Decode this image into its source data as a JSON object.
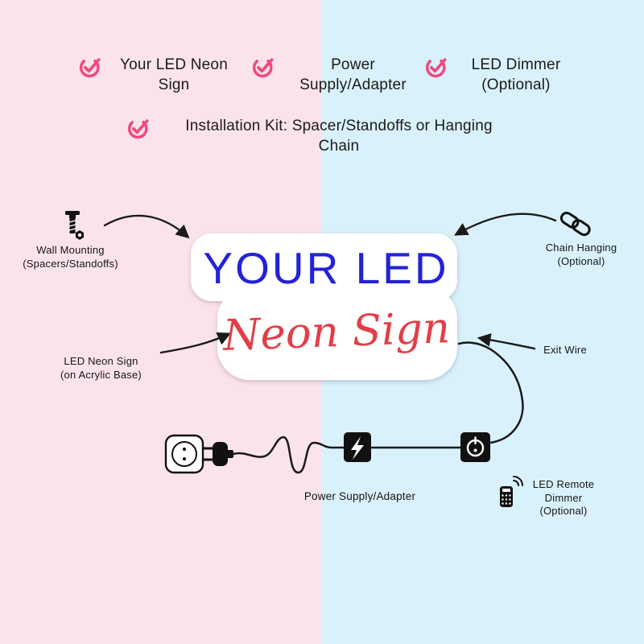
{
  "checklist": {
    "items": [
      {
        "label": "Your LED Neon\nSign"
      },
      {
        "label": "Power\nSupply/Adapter"
      },
      {
        "label": "LED Dimmer\n(Optional)"
      },
      {
        "label": "Installation Kit: Spacer/Standoffs or Hanging\nChain"
      }
    ]
  },
  "sign": {
    "main_text": "YOUR LED",
    "script_text": "Neon Sign"
  },
  "callouts": {
    "wall_mounting": "Wall Mounting\n(Spacers/Standoffs)",
    "chain_hanging": "Chain Hanging\n(Optional)",
    "led_neon_sign": "LED Neon Sign\n(on Acrylic Base)",
    "exit_wire": "Exit Wire",
    "power_supply": "Power Supply/Adapter",
    "led_remote_dimmer": "LED Remote\nDimmer\n(Optional)"
  },
  "colors": {
    "left_background": "#fbe3ec",
    "right_background": "#d9f1fb",
    "check_accent": "#f2497d",
    "sign_blue": "#2222d8",
    "sign_red": "#e23e48",
    "line_black": "#1a1a1a"
  }
}
